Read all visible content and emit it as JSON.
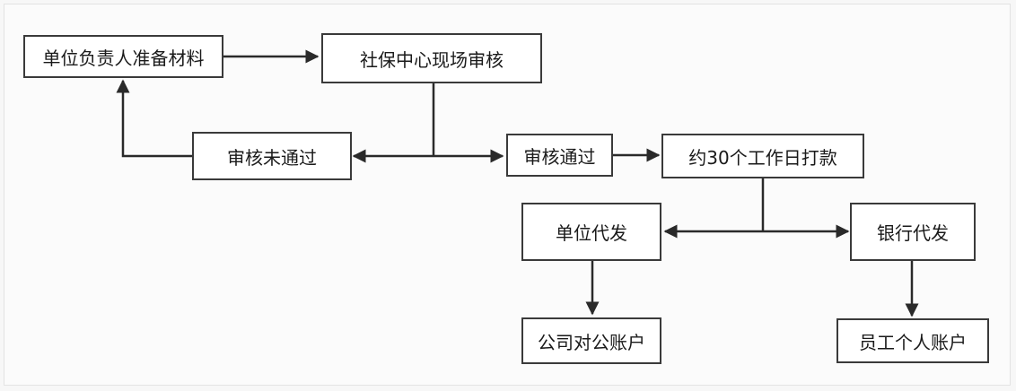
{
  "nodes": {
    "prepare": "单位负责人准备材料",
    "review": "社保中心现场审核",
    "fail": "审核未通过",
    "pass": "审核通过",
    "payment": "约30个工作日打款",
    "unit_issue": "单位代发",
    "bank_issue": "银行代发",
    "company_account": "公司对公账户",
    "employee_account": "员工个人账户"
  }
}
